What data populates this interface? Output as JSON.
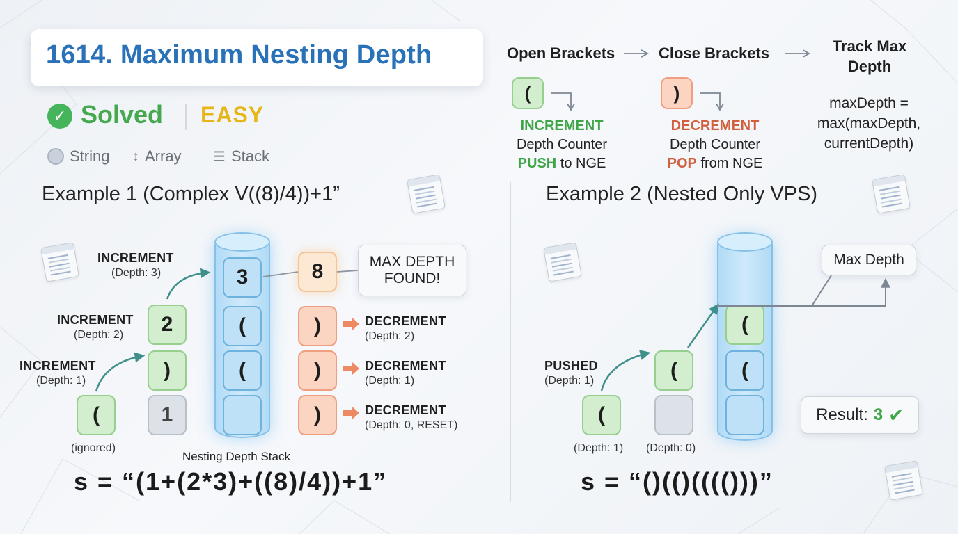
{
  "title": "1614. Maximum Nesting Depth",
  "status": {
    "solved": "Solved",
    "difficulty": "EASY"
  },
  "tags": [
    "String",
    "Array",
    "Stack"
  ],
  "legend": {
    "open_header": "Open Brackets",
    "close_header": "Close Brackets",
    "track_header_line1": "Track Max",
    "track_header_line2": "Depth",
    "open_symbol": "(",
    "close_symbol": ")",
    "increment": "INCREMENT",
    "decrement": "DECREMENT",
    "depth_counter": "Depth Counter",
    "push": "PUSH",
    "push_suffix": "to NGE",
    "pop": "POP",
    "pop_suffix": "from NGE",
    "formula_line1": "maxDepth =",
    "formula_line2": "max(maxDepth,",
    "formula_line3": "currentDepth)"
  },
  "example1": {
    "title": "Example 1 (Complex V((8)/4))+1”",
    "left_boxes": [
      "(",
      "1",
      ")",
      "2"
    ],
    "stack_boxes": [
      "3",
      "(",
      "(",
      ""
    ],
    "max_box": "8",
    "close_boxes": [
      ")",
      ")",
      ")"
    ],
    "inc_labels": [
      {
        "title": "INCREMENT",
        "sub": "(Depth: 3)"
      },
      {
        "title": "INCREMENT",
        "sub": "(Depth: 2)"
      },
      {
        "title": "INCREMENT",
        "sub": "(Depth: 1)"
      }
    ],
    "dec_labels": [
      {
        "title": "DECREMENT",
        "sub": "(Depth: 2)"
      },
      {
        "title": "DECREMENT",
        "sub": "(Depth: 1)"
      },
      {
        "title": "DECREMENT",
        "sub": "(Depth: 0, RESET)"
      }
    ],
    "ignored_label": "(ignored)",
    "stack_label": "Nesting Depth Stack",
    "max_callout_line1": "MAX DEPTH",
    "max_callout_line2": "FOUND!",
    "formula": "s  =  “(1+(2*3)+((8)/4))+1”"
  },
  "example2": {
    "title": "Example 2 (Nested Only VPS)",
    "left_box": "(",
    "gray_box": "",
    "mid_box": "(",
    "stack_boxes": [
      "(",
      "(",
      ""
    ],
    "pushed_label": "PUSHED",
    "pushed_sub": "(Depth: 1)",
    "depth1_label": "(Depth: 1)",
    "depth0_label": "(Depth: 0)",
    "max_depth_callout": "Max Depth",
    "result_label": "Result:",
    "result_value": "3",
    "formula": "s  =  “()(()(((()))”"
  },
  "colors": {
    "title_blue": "#2a72b8",
    "solved_green": "#46a84f",
    "easy_yellow": "#e8b516",
    "increment_green": "#3fa648",
    "decrement_red": "#d0603e"
  }
}
